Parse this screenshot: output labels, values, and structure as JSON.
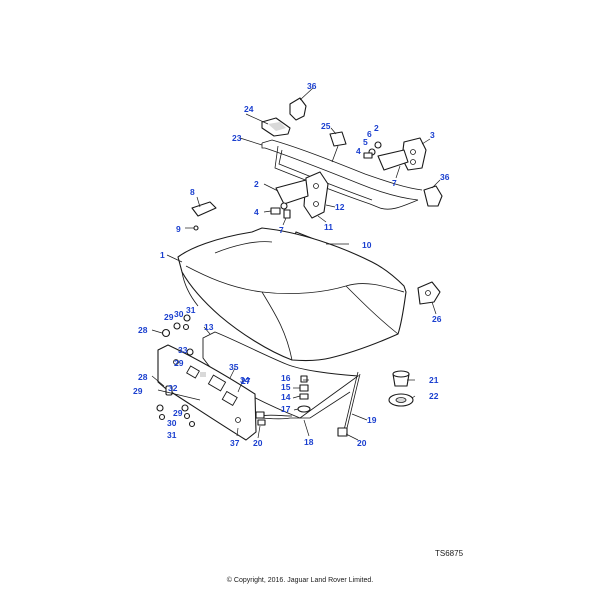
{
  "diagram": {
    "reference_code": "TS6875",
    "copyright": "© Copyright, 2016. Jaguar Land Rover Limited.",
    "callouts": [
      "1",
      "2",
      "2",
      "3",
      "4",
      "4",
      "5",
      "6",
      "7",
      "7",
      "8",
      "9",
      "10",
      "11",
      "12",
      "13",
      "14",
      "15",
      "16",
      "17",
      "18",
      "19",
      "20",
      "20",
      "21",
      "22",
      "23",
      "24",
      "25",
      "26",
      "27",
      "28",
      "28",
      "29",
      "29",
      "29",
      "29",
      "30",
      "30",
      "31",
      "31",
      "32",
      "33",
      "34",
      "35",
      "36",
      "36",
      "37"
    ]
  },
  "colors": {
    "callout": "#1a3fcf",
    "line": "#1a1a1a",
    "shade": "#d9d9d9"
  }
}
